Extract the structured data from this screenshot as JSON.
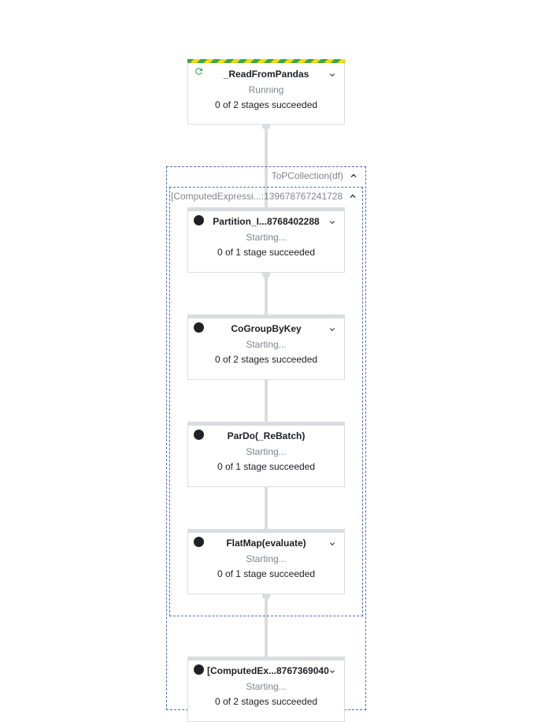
{
  "graph": {
    "groups": [
      {
        "label": "ToPCollection(df)"
      },
      {
        "label": "[ComputedExpressi...:139678767241728"
      }
    ],
    "nodes": [
      {
        "title": "_ReadFromPandas",
        "state": "Running",
        "stages": "0 of 2 stages succeeded",
        "status_icon": "running-refresh-icon",
        "expandable": true
      },
      {
        "title": "Partition_I...8768402288",
        "state": "Starting...",
        "stages": "0 of 1 stage succeeded",
        "status_icon": "pending-dot-icon",
        "expandable": true
      },
      {
        "title": "CoGroupByKey",
        "state": "Starting...",
        "stages": "0 of 2 stages succeeded",
        "status_icon": "pending-dot-icon",
        "expandable": true
      },
      {
        "title": "ParDo(_ReBatch)",
        "state": "Starting...",
        "stages": "0 of 1 stage succeeded",
        "status_icon": "pending-dot-icon",
        "expandable": false
      },
      {
        "title": "FlatMap(evaluate)",
        "state": "Starting...",
        "stages": "0 of 1 stage succeeded",
        "status_icon": "pending-dot-icon",
        "expandable": true
      },
      {
        "title": "[ComputedEx...8767369040",
        "state": "Starting...",
        "stages": "0 of 2 stages succeeded",
        "status_icon": "pending-dot-icon",
        "expandable": true
      }
    ]
  },
  "colors": {
    "running_green": "#34a853",
    "running_yellow": "#f5d90a",
    "group_border": "#4a6fb5",
    "edge": "#dadce0"
  }
}
